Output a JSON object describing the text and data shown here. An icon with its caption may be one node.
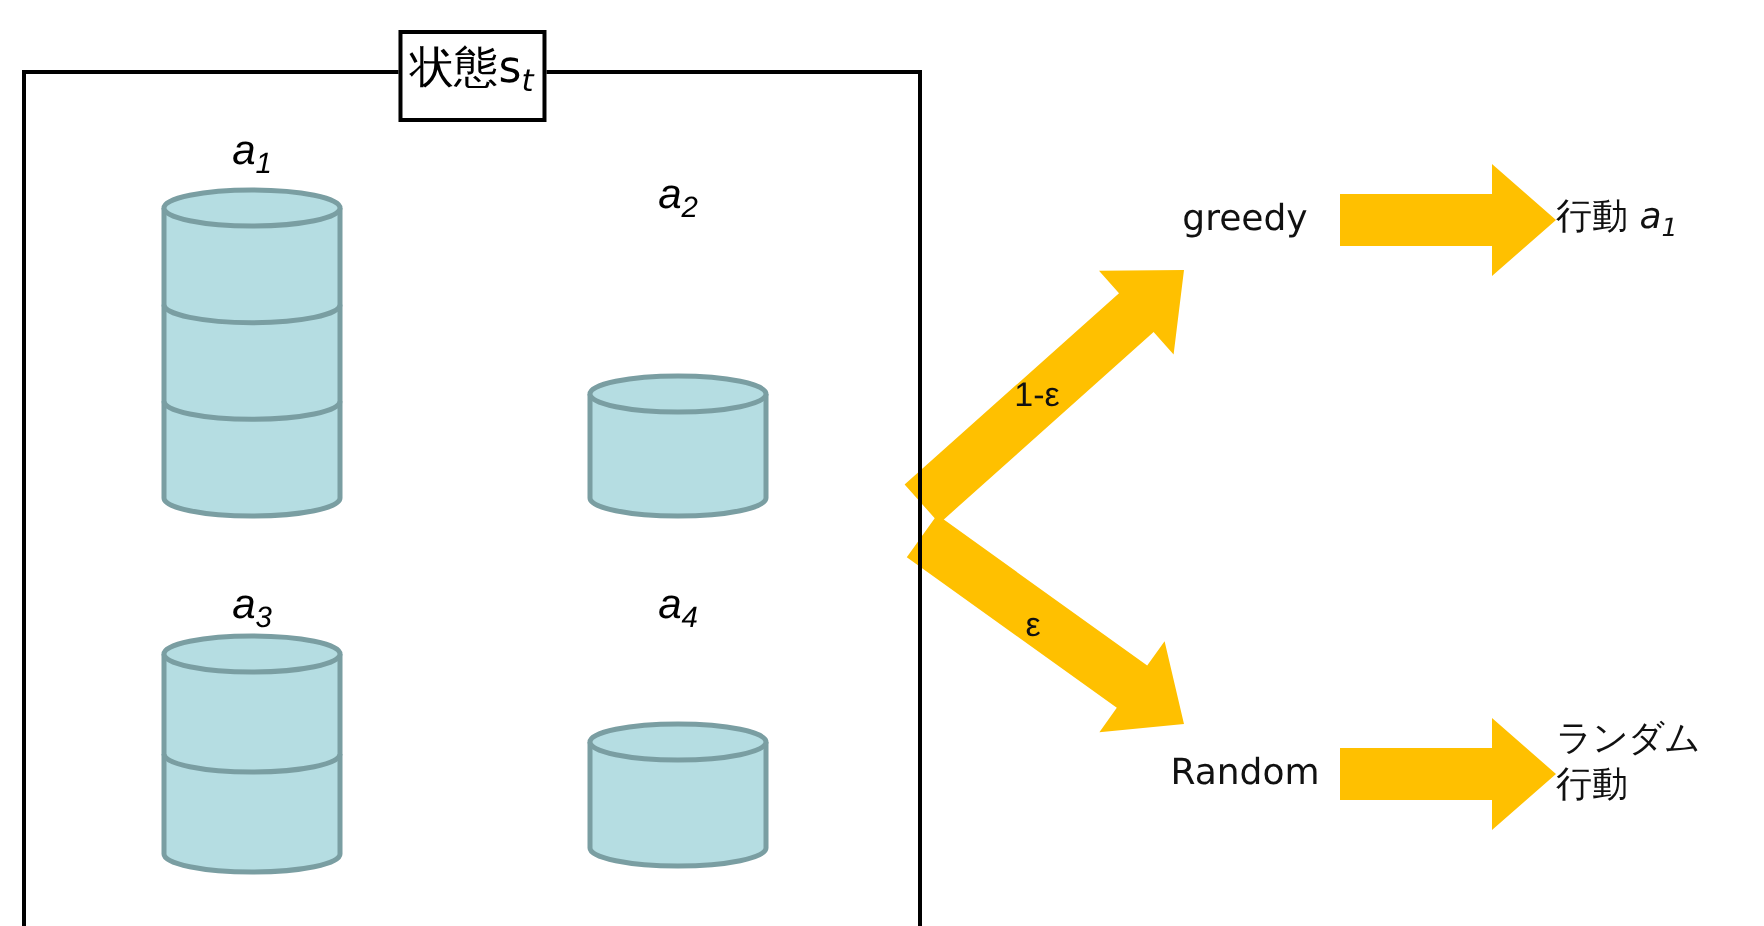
{
  "diagram": {
    "nodes": [
      {
        "text": [
          "状態s$_{t}$"
        ]
      },
      {
        "text": [
          "*a*$_{1}$"
        ],
        "in": 0
      },
      {
        "text": [
          "*a*$_{2}$"
        ],
        "in": 0
      },
      {
        "text": [
          "*a*$_{3}$"
        ],
        "in": 0
      },
      {
        "text": [
          "*a*$_{4}$"
        ],
        "in": 0
      },
      {
        "text": [
          "greedy"
        ]
      },
      {
        "text": [
          "行動 *a*$_{1}$"
        ]
      },
      {
        "text": [
          "Random"
        ]
      },
      {
        "text": [
          "ランダム行動"
        ]
      }
    ],
    "edges": [
      {
        "from": 0,
        "to": 5,
        "arrow": "to",
        "label": "1-ε"
      },
      {
        "from": 0,
        "to": 7,
        "arrow": "to",
        "label": "ε"
      },
      {
        "from": 5,
        "to": 6,
        "arrow": "to"
      },
      {
        "from": 7,
        "to": 8,
        "arrow": "to"
      }
    ]
  }
}
